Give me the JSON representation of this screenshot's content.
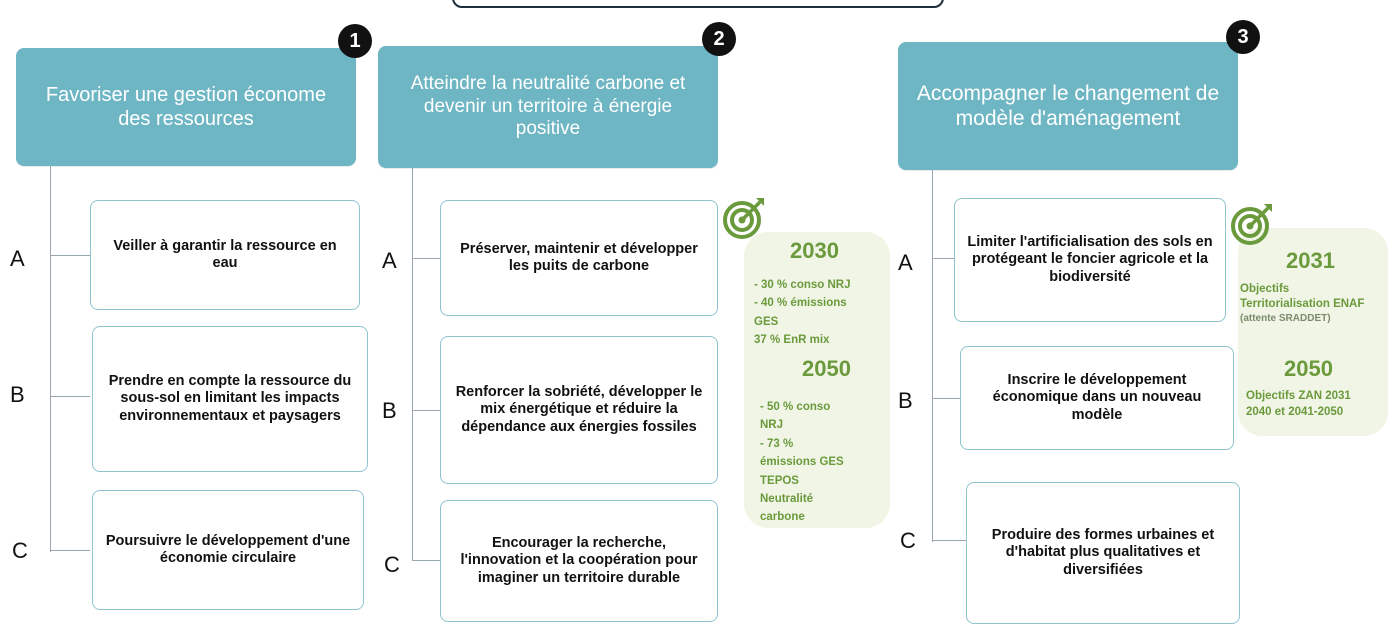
{
  "columns": [
    {
      "number": "1",
      "title": "Favoriser une gestion économe des ressources",
      "items": [
        {
          "letter": "A",
          "text": "Veiller à garantir la ressource en eau"
        },
        {
          "letter": "B",
          "text": "Prendre en compte la ressource du sous-sol en limitant les impacts environnementaux et paysagers"
        },
        {
          "letter": "C",
          "text": "Poursuivre le développement d'une économie circulaire"
        }
      ]
    },
    {
      "number": "2",
      "title": "Atteindre la neutralité carbone et devenir un territoire à énergie positive",
      "items": [
        {
          "letter": "A",
          "text": "Préserver, maintenir et développer les puits de carbone"
        },
        {
          "letter": "B",
          "text": "Renforcer la sobriété, développer le mix énergétique et réduire la dépendance aux énergies fossiles"
        },
        {
          "letter": "C",
          "text": "Encourager la recherche, l'innovation et la coopération pour imaginer un territoire durable"
        }
      ],
      "objectives": {
        "year1": "2030",
        "lines1": [
          "- 30 % conso NRJ",
          "- 40 % émissions",
          "GES",
          "37 % EnR mix"
        ],
        "year2": "2050",
        "lines2": [
          "- 50 % conso",
          "NRJ",
          "- 73 %",
          "émissions GES",
          "TEPOS",
          "Neutralité",
          "carbone"
        ]
      }
    },
    {
      "number": "3",
      "title": "Accompagner le changement de modèle d'aménagement",
      "items": [
        {
          "letter": "A",
          "text": "Limiter l'artificialisation des sols en protégeant le foncier agricole et la biodiversité"
        },
        {
          "letter": "B",
          "text": "Inscrire le développement économique dans un nouveau modèle"
        },
        {
          "letter": "C",
          "text": "Produire des formes urbaines et d'habitat plus qualitatives et diversifiées"
        }
      ],
      "objectives": {
        "year1": "2031",
        "lines1": [
          "Objectifs",
          "Territorialisation ENAF"
        ],
        "sub1": "(attente SRADDET)",
        "year2": "2050",
        "lines2": [
          "Objectifs ZAN 2031",
          "2040 et 2041-2050"
        ]
      }
    }
  ],
  "icons": {
    "target": "target-icon"
  },
  "colors": {
    "header": "#6fb6c4",
    "card_border": "#8fc4cf",
    "objective_green": "#6a9a3c",
    "panel_bg": "#f1f5e6"
  }
}
